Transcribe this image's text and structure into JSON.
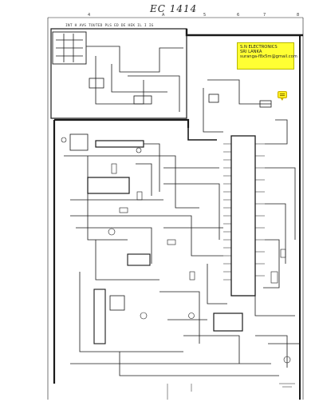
{
  "document": {
    "title": "EC 1414",
    "header_text": "INT H AVS TOUTED PLS ED DE HEK IL I IG"
  },
  "grid_labels": [
    "4",
    "A",
    "5",
    "6",
    "7",
    "8"
  ],
  "stamp": {
    "lines": [
      "S.N ELECTRONICS",
      "SRI LANKA",
      "suranga-f8x5m@gmail.com"
    ],
    "background": "#ffff33"
  },
  "note_icon": {
    "name": "comment-note-icon",
    "color": "#ffee22"
  }
}
